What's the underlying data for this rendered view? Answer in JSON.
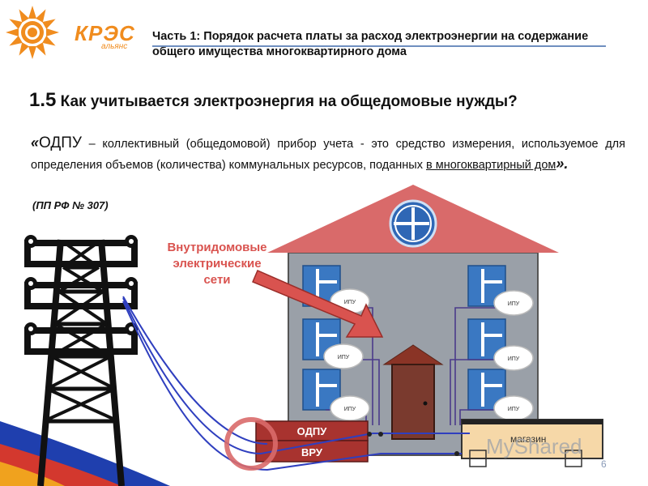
{
  "brand": {
    "name": "КРЭС",
    "sub": "альянс",
    "sun_color": "#f08c1e"
  },
  "header": {
    "title": "Часть 1: Порядок расчета платы за расход электроэнергии на содержание общего имущества многоквартирного дома"
  },
  "section": {
    "number": "1.5",
    "title": "Как учитывается электроэнергия на общедомовые нужды",
    "question_mark": "?"
  },
  "definition": {
    "open_quote": "«",
    "term": "ОДПУ",
    "text": " – коллективный (общедомовой) прибор учета - это средство измерения, используемое для определения объемов (количества) коммунальных ресурсов, поданных ",
    "underlined": "в многоквартирный дом",
    "close_quote": "».",
    "reference": "(ПП РФ № 307)"
  },
  "diagram": {
    "callout_lines": [
      "Внутридомовые",
      "электрические",
      "сети"
    ],
    "ipu_label": "ИПУ",
    "odpu_label": "ОДПУ",
    "vru_label": "ВРУ",
    "shop_label": "магазин",
    "colors": {
      "roof": "#d96a6a",
      "wall": "#9aa0a8",
      "window": "#3a78c2",
      "door": "#7a3a2e",
      "odpu_box": "#a8332f",
      "callout_arrow": "#d9534f",
      "shop": "#f6d8a8",
      "wire": "#2f3fbf"
    }
  },
  "watermark": "MyShared",
  "page_number": "6"
}
